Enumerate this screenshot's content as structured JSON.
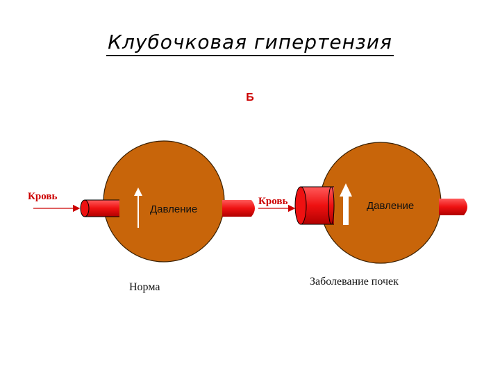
{
  "title": "Клубочковая гипертензия",
  "marker": "Б",
  "colors": {
    "glomerulus": "#c8650a",
    "vessel": "#ee1111",
    "blood_label": "#cc0000",
    "arrow": "#ffffff"
  },
  "normal": {
    "blood_label": "Кровь",
    "pressure_label": "Давление",
    "caption": "Норма"
  },
  "disease": {
    "blood_label": "Кровь",
    "pressure_label": "Давление",
    "caption": "Заболевание почек"
  }
}
